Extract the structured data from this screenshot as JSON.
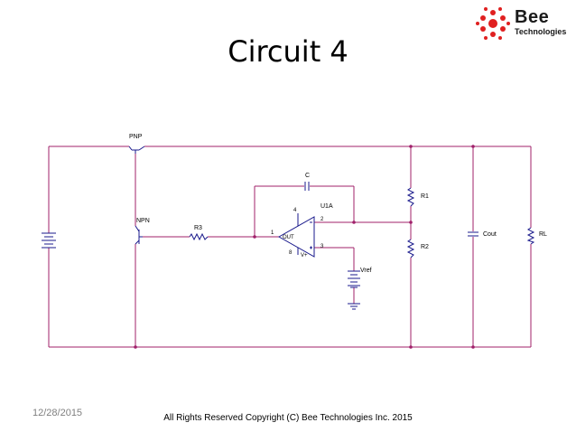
{
  "slide": {
    "title": "Circuit 4",
    "date": "12/28/2015",
    "copyright": "All Rights Reserved Copyright (C) Bee Technologies Inc. 2015"
  },
  "logo": {
    "name": "Bee",
    "subtitle": "Technologies",
    "icon": "bee-logo-icon",
    "color": "#e02020"
  },
  "circuit": {
    "wire_color": "#a0206a",
    "component_color": "#1a1a8c",
    "labels": {
      "pnp": "PNP",
      "npn": "NPN",
      "r3": "R3",
      "c": "C",
      "u1a": "U1A",
      "r1": "R1",
      "r2": "R2",
      "cout": "Cout",
      "rl": "RL",
      "vref": "Vref",
      "pin1": "1",
      "pin2": "2",
      "pin3": "3",
      "pin4": "4",
      "pin8": "8",
      "out": "OUT",
      "vplus": "V+"
    }
  }
}
